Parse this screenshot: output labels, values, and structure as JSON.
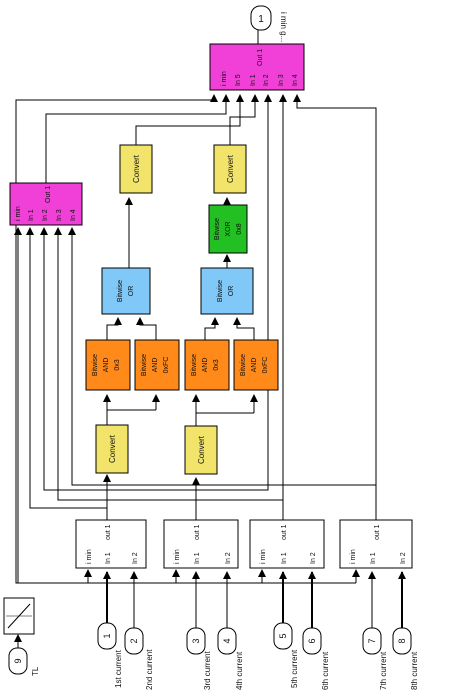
{
  "diagram": {
    "output_port": {
      "number": "1",
      "label": "i min g..."
    },
    "tl_port": {
      "number": "9",
      "label": "TL"
    },
    "mux_top": {
      "ports_in": [
        "i min",
        "In 5",
        "In 1",
        "In 2",
        "In 3",
        "In 4"
      ],
      "port_out": "Out 1"
    },
    "mux_left": {
      "ports_in": [
        "i min",
        "In 1",
        "In 2",
        "In 3",
        "In 4"
      ],
      "port_out": "Out 1"
    },
    "convert_label": "Convert",
    "bitwise_or": {
      "line1": "Bitwise",
      "line2": "OR"
    },
    "bitwise_xor": {
      "line1": "Bitwise",
      "line2": "XOR",
      "line3": "0x8"
    },
    "bitwise_and_3": {
      "line1": "Bitwise",
      "line2": "AND",
      "line3": "0x3"
    },
    "bitwise_and_fc": {
      "line1": "Bitwise",
      "line2": "AND",
      "line3": "0xFC"
    },
    "subsystem": {
      "port_imin": "i min",
      "port_in1": "In 1",
      "port_in2": "In 2",
      "port_out": "out 1"
    },
    "inputs": [
      {
        "number": "1",
        "label": "1st current"
      },
      {
        "number": "2",
        "label": "2nd current"
      },
      {
        "number": "3",
        "label": "3rd current"
      },
      {
        "number": "4",
        "label": "4th current"
      },
      {
        "number": "5",
        "label": "5th current"
      },
      {
        "number": "6",
        "label": "6th current"
      },
      {
        "number": "7",
        "label": "7th current"
      },
      {
        "number": "8",
        "label": "8th current"
      }
    ],
    "colors": {
      "mux": "#f040d8",
      "convert": "#f2e36a",
      "bitwise_or": "#7fc8f8",
      "bitwise_and": "#ff8a1a",
      "bitwise_xor": "#22c022",
      "subsystem": "#ffffff"
    }
  }
}
